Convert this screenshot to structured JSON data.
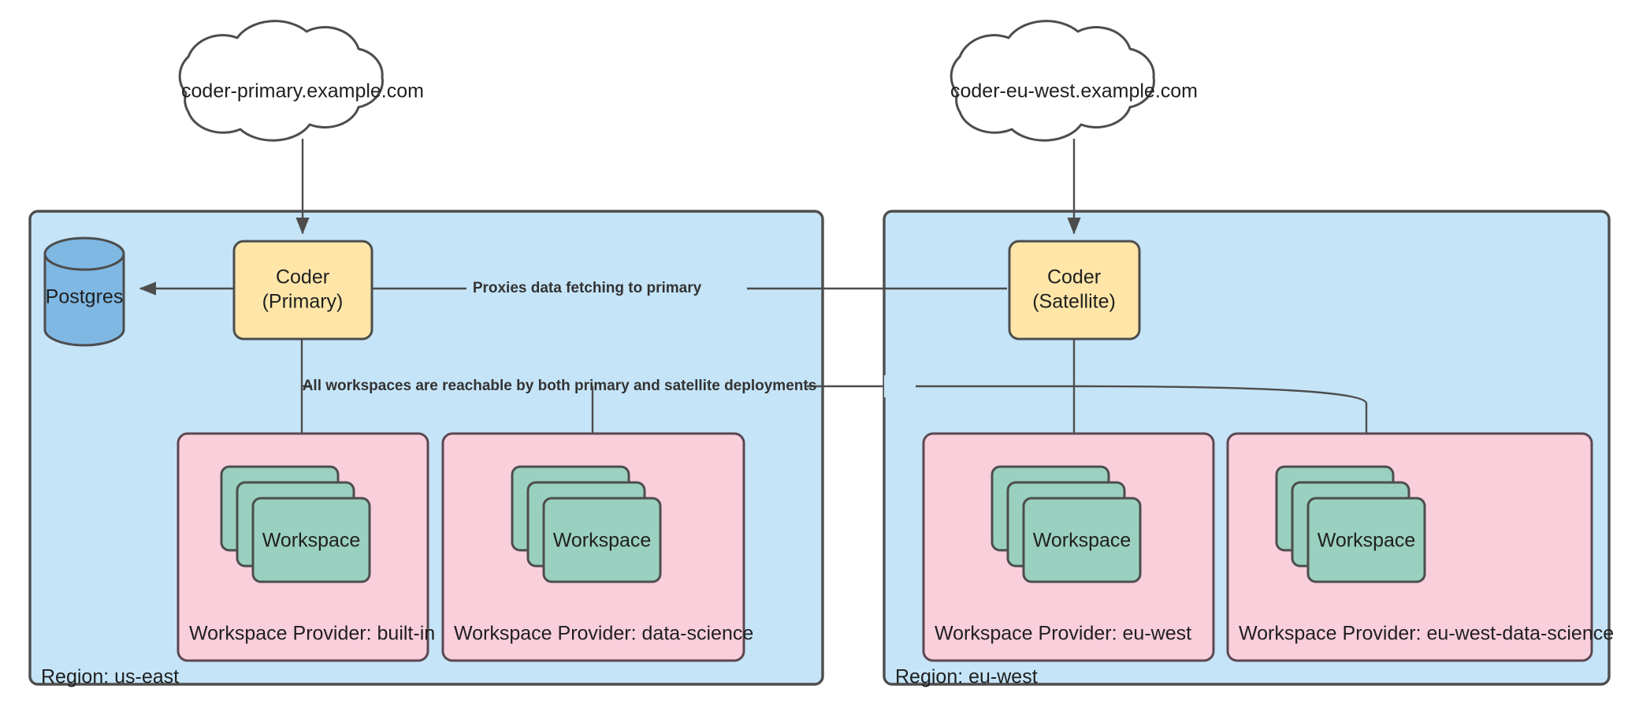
{
  "diagram": {
    "title": "Coder primary and satellite multi-region deployment",
    "background": "#ffffff",
    "colors": {
      "region_fill": "#c5e4f7",
      "region_stroke": "#4d4d4d",
      "coder_fill": "#ffe6a8",
      "coder_stroke": "#4d4d4d",
      "provider_fill": "#f9cfdc",
      "provider_stroke": "#5c4751",
      "workspace_fill": "#9ad0c0",
      "workspace_stroke": "#4d4d4d",
      "postgres_fill": "#7fb8e3",
      "postgres_stroke": "#4d4d4d",
      "cloud_fill": "#ffffff",
      "cloud_stroke": "#4d4d4d",
      "edge_stroke": "#4d4d4d",
      "text": "#1f1f1f",
      "edge_label_text": "#333333"
    }
  },
  "clouds": [
    {
      "id": "cloud-primary",
      "label": "coder-primary.example.com"
    },
    {
      "id": "cloud-eu-west",
      "label": "coder-eu-west.example.com"
    }
  ],
  "regions": [
    {
      "id": "region-us-east",
      "label": "Region: us-east",
      "coder": {
        "line1": "Coder",
        "line2": "(Primary)"
      },
      "database": {
        "label": "Postgres"
      },
      "providers": [
        {
          "id": "provider-built-in",
          "label": "Workspace Provider: built-in",
          "workspace_label": "Workspace",
          "workspace_count": 3
        },
        {
          "id": "provider-data-science",
          "label": "Workspace Provider: data-science",
          "workspace_label": "Workspace",
          "workspace_count": 3
        }
      ]
    },
    {
      "id": "region-eu-west",
      "label": "Region: eu-west",
      "coder": {
        "line1": "Coder",
        "line2": "(Satellite)"
      },
      "database": null,
      "providers": [
        {
          "id": "provider-eu-west",
          "label": "Workspace Provider: eu-west",
          "workspace_label": "Workspace",
          "workspace_count": 3
        },
        {
          "id": "provider-eu-west-data-science",
          "label": "Workspace Provider: eu-west-data-science",
          "workspace_label": "Workspace",
          "workspace_count": 3
        }
      ]
    }
  ],
  "edges": {
    "proxies_label": "Proxies data fetching to primary",
    "reachable_label": "All workspaces are reachable by both primary and satellite deployments"
  }
}
